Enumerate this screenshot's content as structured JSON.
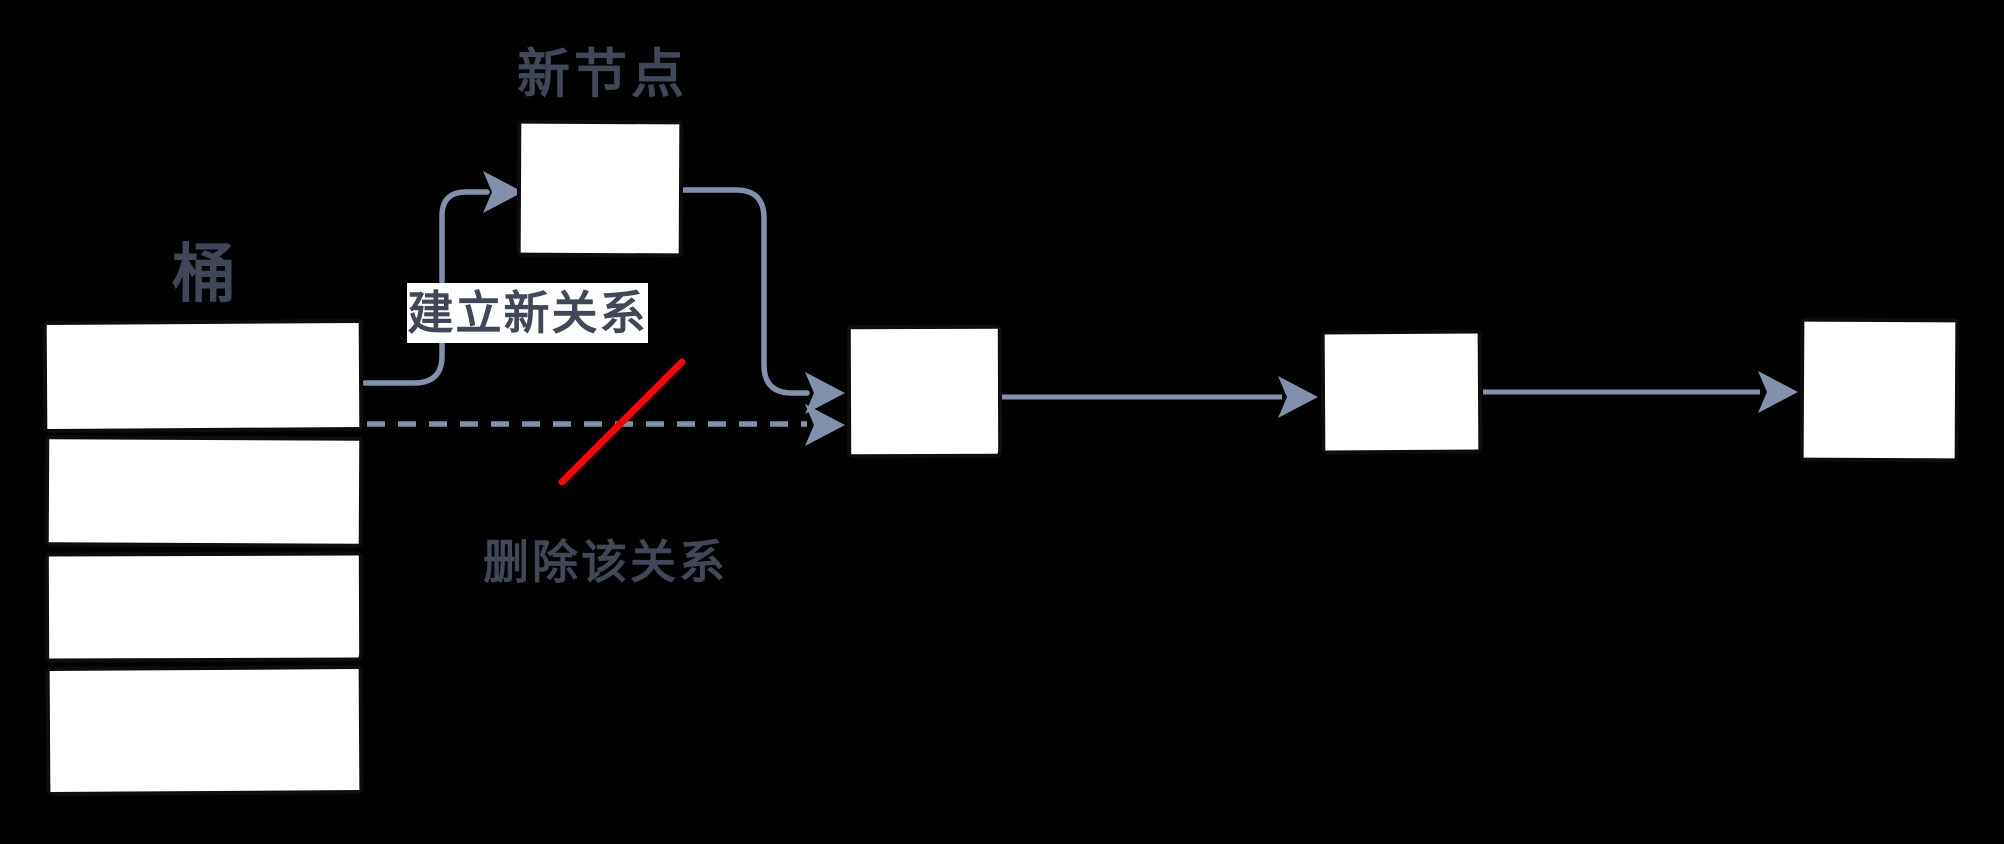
{
  "diagram": {
    "labels": {
      "bucket": "桶",
      "new_node": "新节点",
      "create_relation": "建立新关系",
      "delete_relation": "删除该关系"
    },
    "bucket": {
      "slot_count": 4
    },
    "chain": {
      "node_count": 3
    },
    "new_node_count": 1,
    "colors": {
      "connector": "#8191ac",
      "text": "#3f4759",
      "slash": "#fa0208",
      "node-fill": "#ffffff",
      "node-border": "#0d0d0d",
      "bg": "#000000",
      "label-bg": "#ffffff"
    }
  }
}
